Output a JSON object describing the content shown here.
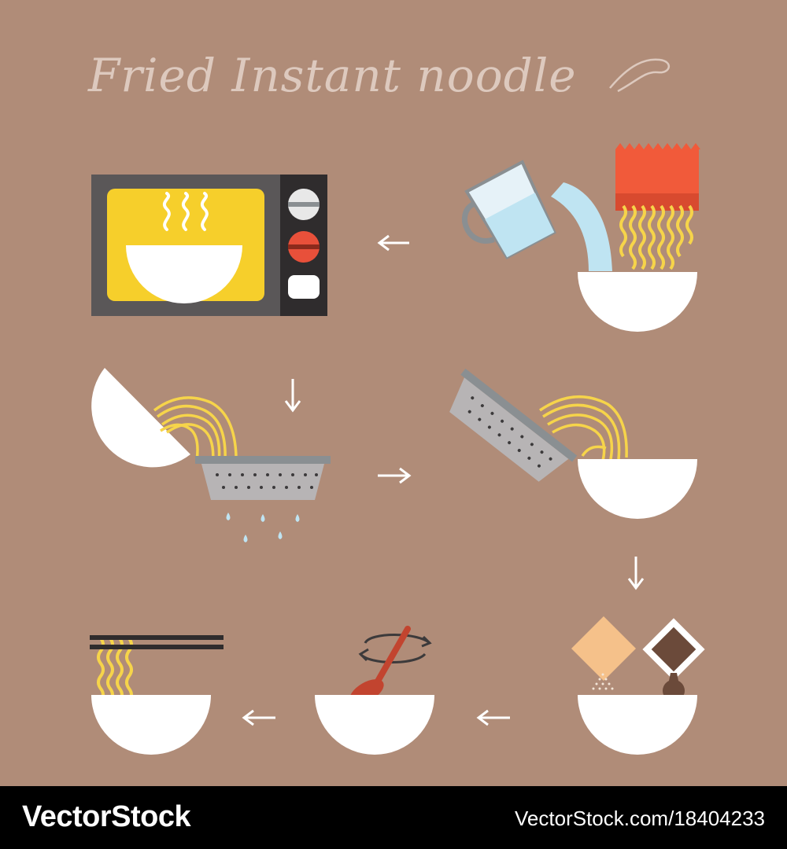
{
  "title": "Fried Instant noodle",
  "footer": {
    "brand": "VectorStock",
    "url": "VectorStock.com/18404233"
  },
  "colors": {
    "background": "#b08c78",
    "title": "#ddc9be",
    "bowl": "#ffffff",
    "noodle": "#f6d44a",
    "package": "#f15a3a",
    "microwave_body": "#5a5758",
    "microwave_screen": "#f6cf2b",
    "strainer": "#b7b4b5",
    "seasoning_powder": "#f5c18a",
    "sauce": "#6b4a3a",
    "spoon": "#c2442f",
    "chopsticks": "#2f2c2d",
    "water": "#bfe4f2",
    "arrow": "#ffffff"
  },
  "icons": [
    "microwave-icon",
    "steam-icon",
    "measuring-cup-icon",
    "noodle-package-icon",
    "strainer-icon",
    "water-drops-icon",
    "seasoning-packet-icon",
    "sauce-packet-icon",
    "spoon-icon",
    "stir-arrows-icon",
    "chopsticks-icon",
    "arrow-left-icon",
    "arrow-down-icon",
    "arrow-right-icon"
  ]
}
